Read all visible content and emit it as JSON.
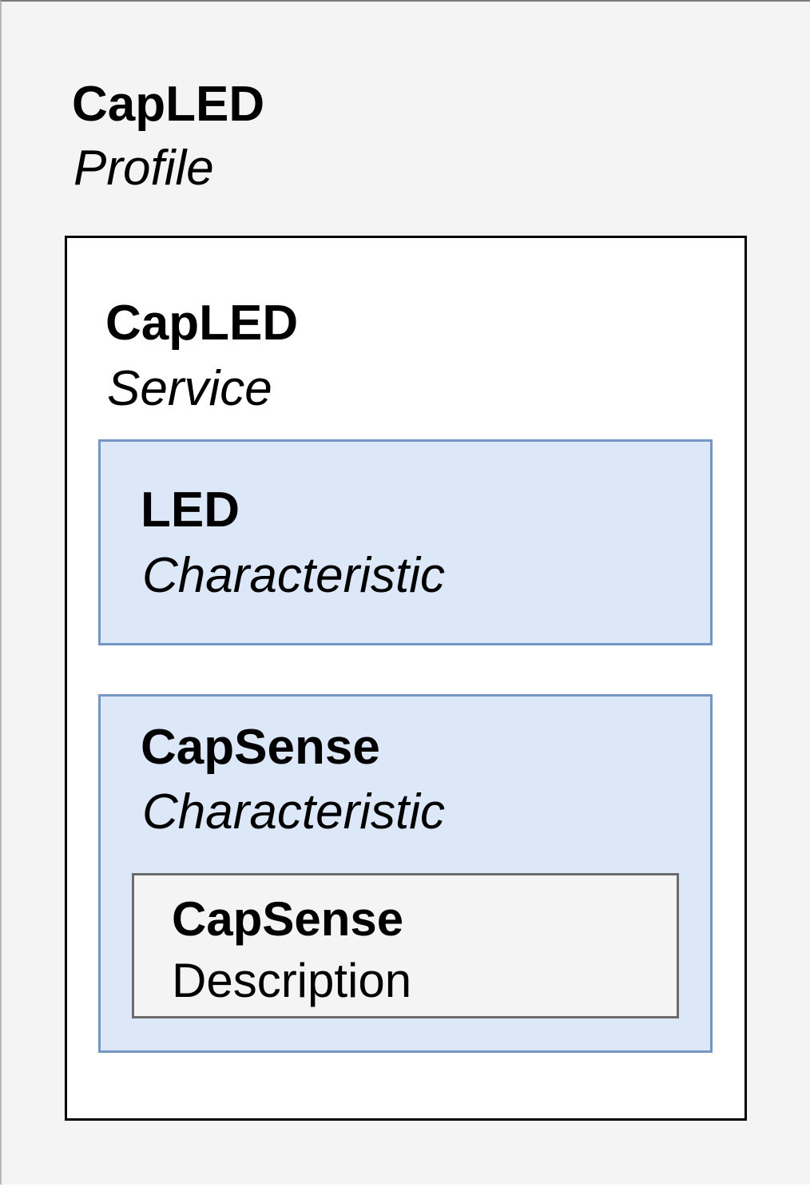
{
  "profile": {
    "name": "CapLED",
    "type": "Profile"
  },
  "service": {
    "name": "CapLED",
    "type": "Service"
  },
  "characteristics": [
    {
      "name": "LED",
      "type": "Characteristic"
    },
    {
      "name": "CapSense",
      "type": "Characteristic",
      "descriptor": {
        "name": "CapSense",
        "type": "Description"
      }
    }
  ]
}
